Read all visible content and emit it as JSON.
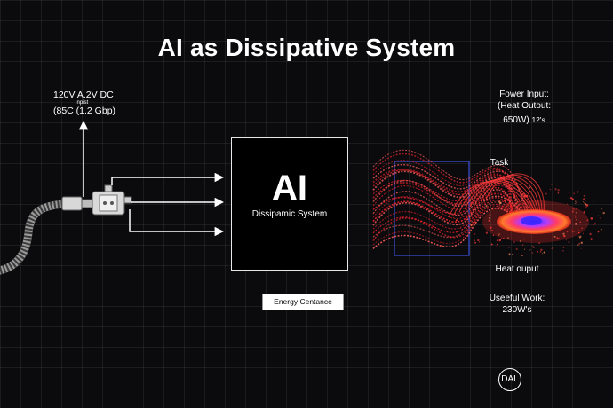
{
  "title": "AI as Dissipative System",
  "power_spec": {
    "line1": "120V A.2V DC",
    "small_label": "Inpist",
    "line2": "(85C (1.2 Gbp)"
  },
  "ai_box": {
    "label": "AI",
    "subtitle": "Dissipamic System"
  },
  "energy_label": "Energy Centance",
  "right_panel": {
    "power_input_line1": "Fower Input:",
    "power_input_line2": "(Heat Outout:",
    "output_value": "650W)",
    "output_suffix": "12's",
    "task_label": "Task",
    "heat_output": "Heat ouput",
    "useful_work_label": "Useeful Work:",
    "useful_work_value": "230W's"
  },
  "logo_text": "DAL",
  "colors": {
    "background": "#0b0b0d",
    "accent_red": "#e8202a",
    "task_box_blue": "#3d4fd8",
    "hot_center": "#6a3cff"
  }
}
